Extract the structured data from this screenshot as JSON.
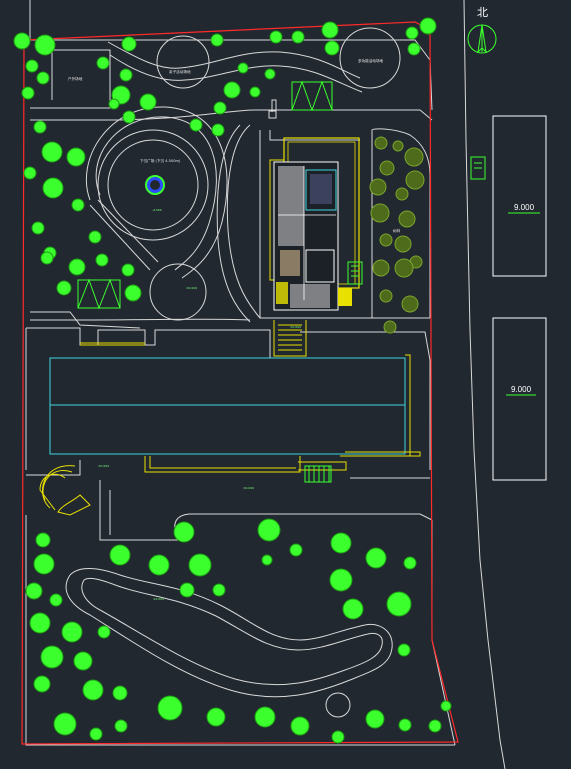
{
  "drawing": {
    "north_label": "北",
    "plaza_label": "下沉广场 (下沉 4.500m)",
    "area_label_nw": "户外场地",
    "area_label_n1": "亲子活动场地",
    "area_label_n2": "多功能活动场地",
    "grove_label": "树林",
    "building_east_top_elev": "9.000",
    "building_east_bottom_elev": "9.000",
    "elev_marks": [
      "-4.500",
      "±0.000",
      "±0.000",
      "±0.000",
      "±0.000",
      "±0.000"
    ]
  },
  "colors": {
    "background": "#212830",
    "line_white": "#d9d9d9",
    "boundary_red": "#ff2a2a",
    "tree_green": "#3cff2e",
    "tree_dark": "#4e6b1c",
    "accent_yellow": "#e8e000",
    "building_cyan": "#3fd6e0",
    "plaza_blue": "#2b4cff"
  }
}
